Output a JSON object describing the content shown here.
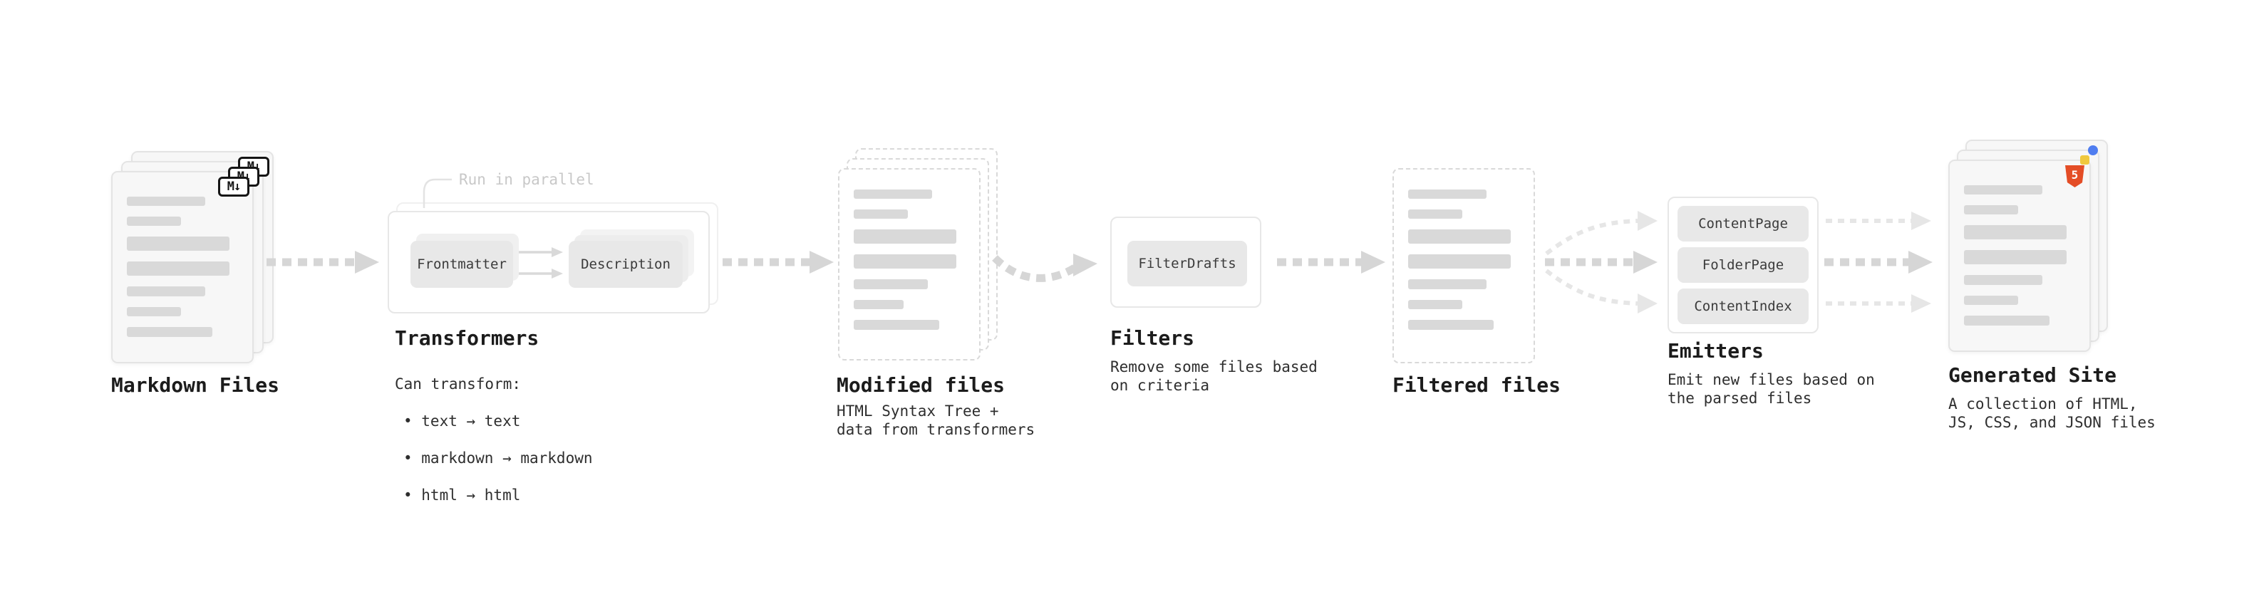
{
  "diagram": {
    "markdown_files": {
      "title": "Markdown Files",
      "icon_label": "M↓"
    },
    "transformers": {
      "title": "Transformers",
      "annotation": "Run in parallel",
      "box1": "Frontmatter",
      "box2": "Description",
      "desc_heading": "Can transform:",
      "bullets": [
        "• text → text",
        "• markdown → markdown",
        "• html → html"
      ]
    },
    "modified_files": {
      "title": "Modified files",
      "desc": "HTML Syntax Tree +\ndata from transformers"
    },
    "filters": {
      "title": "Filters",
      "box1": "FilterDrafts",
      "desc": "Remove some files based\non criteria"
    },
    "filtered_files": {
      "title": "Filtered files"
    },
    "emitters": {
      "title": "Emitters",
      "boxes": [
        "ContentPage",
        "FolderPage",
        "ContentIndex"
      ],
      "desc": "Emit new files based on\nthe parsed files"
    },
    "generated_site": {
      "title": "Generated Site",
      "icon_label": "5",
      "desc": "A collection of HTML,\nJS, CSS, and JSON files"
    }
  },
  "colors": {
    "arrow": "#d6d6d6",
    "arrow_light": "#e6e6e6",
    "card_fill": "#f7f7f7",
    "card_border": "#e4e4e4",
    "bar": "#d9d9d9",
    "chip_fill": "#e8e8e8",
    "panel_border": "#e7e7e7",
    "title_color": "#1c1c1c",
    "body_color": "#2e2e2e",
    "annotation_color": "#c8c8c8",
    "html5_orange": "#e44d26",
    "favicon_blue": "#4f7df0",
    "favicon_yellow": "#f0c93e"
  }
}
